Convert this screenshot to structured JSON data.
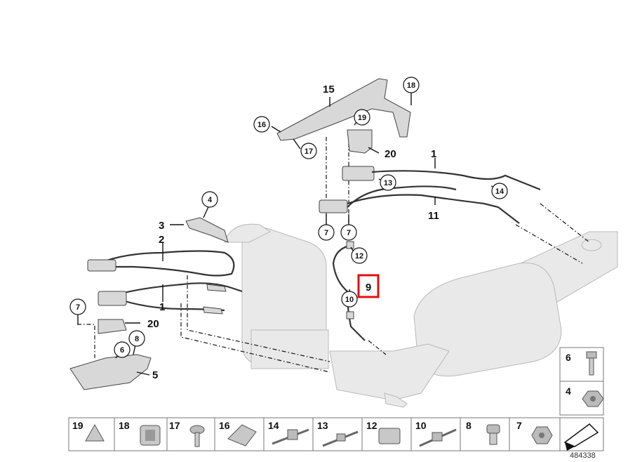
{
  "callouts": {
    "c1_top": "1",
    "c1_left": "1",
    "c2": "2",
    "c3": "3",
    "c4": "4",
    "c5": "5",
    "c6": "6",
    "c7_a": "7",
    "c7_b": "7",
    "c7_c": "7",
    "c8": "8",
    "c9": "9",
    "c10": "10",
    "c11": "11",
    "c12": "12",
    "c13": "13",
    "c14": "14",
    "c15": "15",
    "c16": "16",
    "c17": "17",
    "c18": "18",
    "c19": "19",
    "c20_top": "20",
    "c20_left": "20"
  },
  "highlighted_part": "9",
  "legend_side": [
    {
      "label": "6",
      "icon": "bolt-icon"
    },
    {
      "label": "4",
      "icon": "hex-nut-icon"
    }
  ],
  "legend_bottom": [
    {
      "label": "19",
      "icon": "clip-icon"
    },
    {
      "label": "18",
      "icon": "spring-clip-icon"
    },
    {
      "label": "17",
      "icon": "screw-icon"
    },
    {
      "label": "16",
      "icon": "speed-nut-icon"
    },
    {
      "label": "14",
      "icon": "cable-tie-icon"
    },
    {
      "label": "13",
      "icon": "cable-tie-icon"
    },
    {
      "label": "12",
      "icon": "holder-icon"
    },
    {
      "label": "10",
      "icon": "cable-tie-icon"
    },
    {
      "label": "8",
      "icon": "plug-icon"
    },
    {
      "label": "7",
      "icon": "hex-nut-icon"
    }
  ],
  "diagram_number": "484338",
  "colors": {
    "highlight": "#e01010",
    "ghost": "#e9e9e9"
  }
}
